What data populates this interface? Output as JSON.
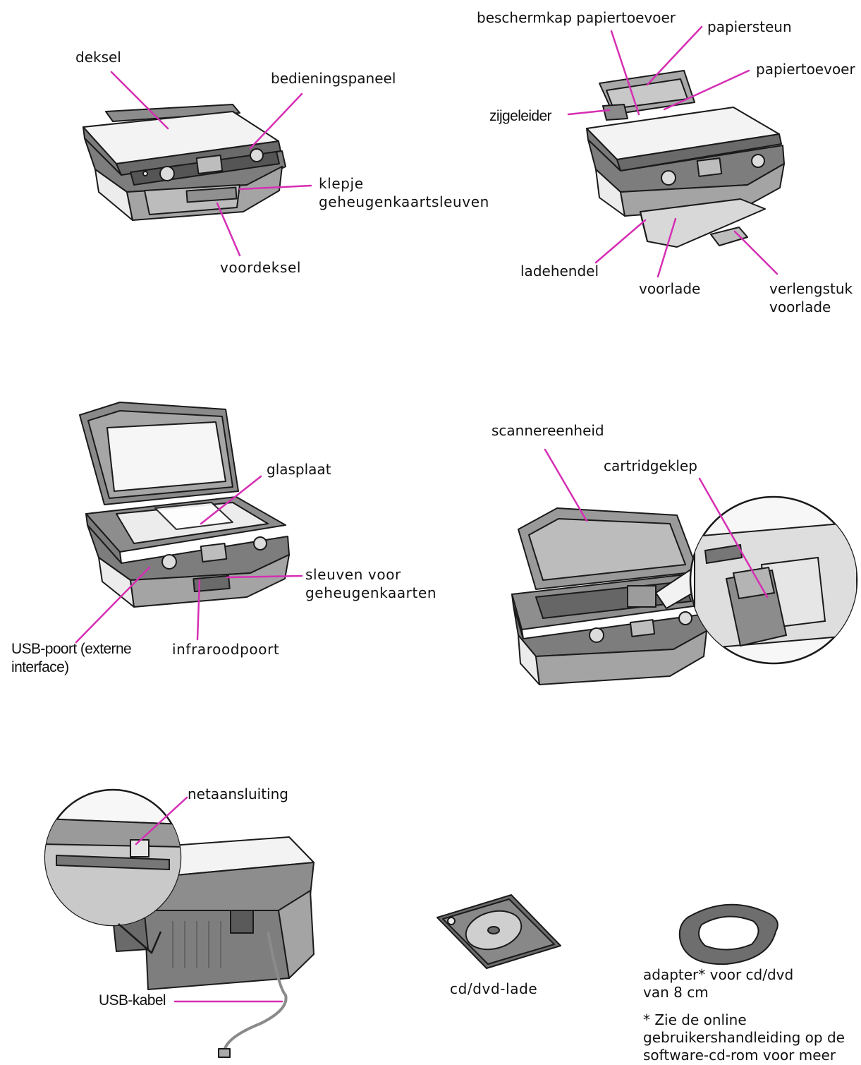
{
  "colors": {
    "leader": "#d62fb4",
    "outline": "#1a1a1a",
    "body_dark": "#6e6e6e",
    "body_mid": "#9a9a9a",
    "body_light": "#cfcfcf",
    "panel_white": "#f4f4f4"
  },
  "fig1": {
    "deksel": "deksel",
    "bedieningspaneel": "bedieningspaneel",
    "klepje_1": "klepje",
    "klepje_2": "geheugenkaartsleuven",
    "voordeksel": "voordeksel"
  },
  "fig2": {
    "beschermkap": "beschermkap papiertoevoer",
    "papiersteun": "papiersteun",
    "papiertoevoer": "papiertoevoer",
    "zijgeleider": "zijgeleider",
    "ladehendel": "ladehendel",
    "voorlade": "voorlade",
    "verlengstuk_1": "verlengstuk",
    "verlengstuk_2": "voorlade"
  },
  "fig3": {
    "glasplaat": "glasplaat",
    "sleuven_1": "sleuven voor",
    "sleuven_2": "geheugenkaarten",
    "usb_1": "USB-poort (externe",
    "usb_2": "interface)",
    "infrarood": "infraroodpoort"
  },
  "fig4": {
    "scannereenheid": "scannereenheid",
    "cartridgeklep": "cartridgeklep"
  },
  "fig5": {
    "netaansluiting": "netaansluiting",
    "usb_kabel": "USB-kabel"
  },
  "accessories": {
    "cd_lade": "cd/dvd-lade",
    "adapter_1": "adapter* voor cd/dvd",
    "adapter_2": "van 8 cm",
    "footnote_1": "* Zie de online",
    "footnote_2": "gebruikershandleiding op de",
    "footnote_3": "software-cd-rom voor meer"
  }
}
